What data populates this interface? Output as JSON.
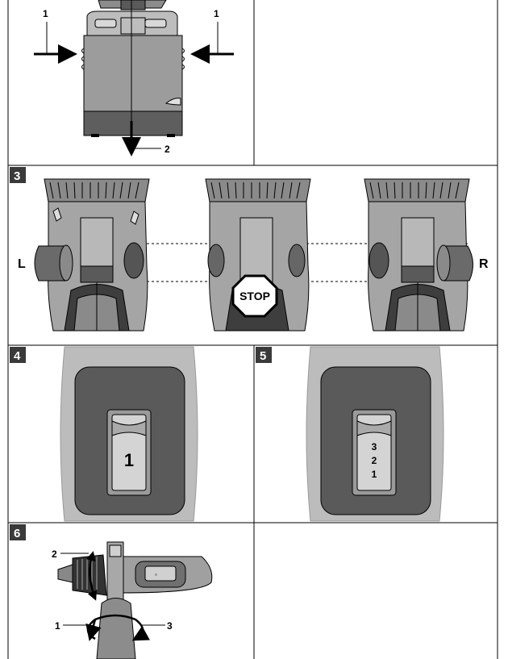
{
  "panel_numbers": {
    "p3": "3",
    "p4": "4",
    "p5": "5",
    "p6": "6"
  },
  "fig1_callouts": {
    "left": "1",
    "right": "1",
    "bottom": "2"
  },
  "fig3_labels": {
    "left": "L",
    "stop": "STOP",
    "right": "R"
  },
  "fig4_gear": "1",
  "fig5_gears": [
    "3",
    "2",
    "1"
  ],
  "fig6_callouts": {
    "top": "2",
    "left": "1",
    "right": "3"
  },
  "colors": {
    "line": "#000000",
    "housing": "#9c9c9c",
    "dark": "#5a5a5a",
    "light": "#c8c8c8",
    "label_bg": "#3a3a3a"
  },
  "icons": [
    "arrow-icon",
    "stop-sign-icon",
    "rotation-arrow-icon"
  ]
}
